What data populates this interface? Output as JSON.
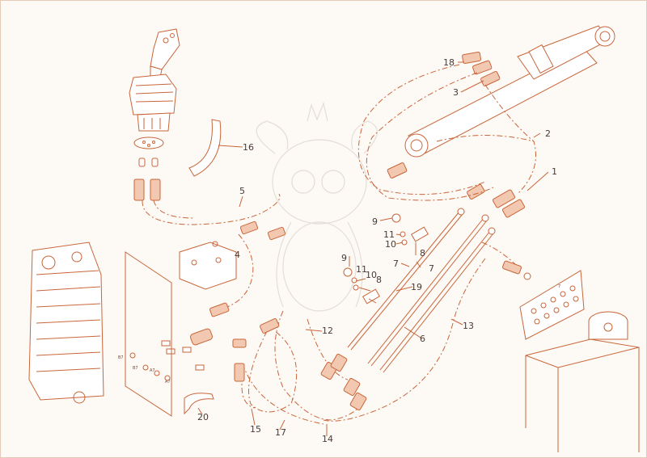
{
  "diagram": {
    "callouts": [
      {
        "label": "18"
      },
      {
        "label": "3"
      },
      {
        "label": "2"
      },
      {
        "label": "1"
      },
      {
        "label": "16"
      },
      {
        "label": "5"
      },
      {
        "label": "4"
      },
      {
        "label": "9"
      },
      {
        "label": "11"
      },
      {
        "label": "10"
      },
      {
        "label": "8"
      },
      {
        "label": "7"
      },
      {
        "label": "7"
      },
      {
        "label": "9"
      },
      {
        "label": "11"
      },
      {
        "label": "10"
      },
      {
        "label": "8"
      },
      {
        "label": "19"
      },
      {
        "label": "6"
      },
      {
        "label": "13"
      },
      {
        "label": "12"
      },
      {
        "label": "15"
      },
      {
        "label": "17"
      },
      {
        "label": "14"
      },
      {
        "label": "20"
      }
    ],
    "port_labels": [
      "B7",
      "B7",
      "A7",
      "A7"
    ],
    "plate_label": "7"
  },
  "colors": {
    "line": "#c8663a",
    "background": "#fdf9f5"
  }
}
